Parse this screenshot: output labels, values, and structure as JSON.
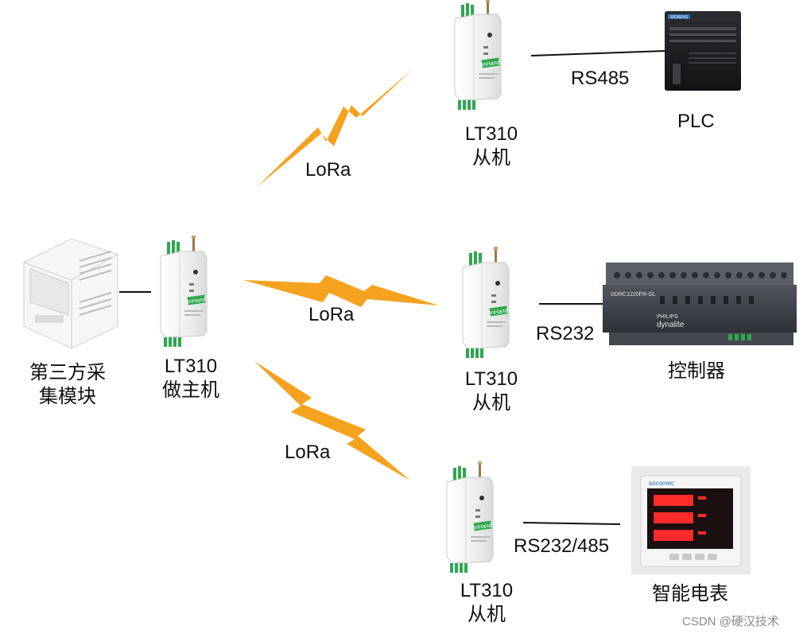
{
  "labels": {
    "third_party_module": [
      "第三方采",
      "集模块"
    ],
    "master": [
      "LT310",
      "做主机"
    ],
    "slave_top": [
      "LT310",
      "从机"
    ],
    "slave_mid": [
      "LT310",
      "从机"
    ],
    "slave_bottom": [
      "LT310",
      "从机"
    ],
    "lora_top": "LoRa",
    "lora_mid": "LoRa",
    "lora_bottom": "LoRa",
    "rs485": "RS485",
    "rs232": "RS232",
    "rs232_485": "RS232/485",
    "plc": "PLC",
    "controller": "控制器",
    "smart_meter": "智能电表",
    "gateway_brand": "InHand",
    "controller_brand": "dynalite",
    "controller_model": "DDRC1220FR-GL",
    "controller_maker": "PHILIPS",
    "meter_brand": "socomec",
    "plc_brand": "SIEMENS"
  },
  "watermark": "CSDN @硬汉技术",
  "colors": {
    "lightning": "#F5A21F",
    "line": "#111111",
    "device_body": "#F2F3F2",
    "terminal_green": "#2FA84F",
    "plc_body": "#1B1C1E",
    "controller_body": "#3A3D43",
    "meter_digits": "#FF2A2A"
  }
}
